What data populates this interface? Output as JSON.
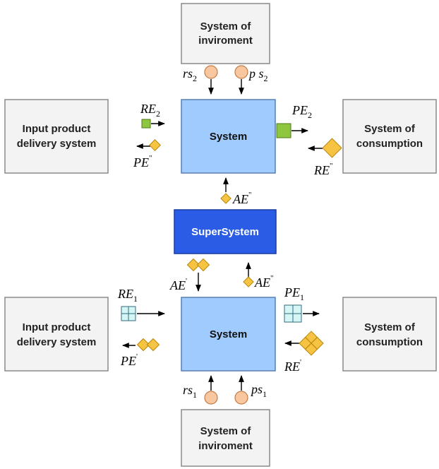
{
  "colors": {
    "system_fill": "#9fcbff",
    "system_stroke": "#5a7fb0",
    "supersystem_fill": "#2b5ce6",
    "supersystem_stroke": "#1a3c9e",
    "external_fill": "#f3f3f3",
    "external_stroke": "#8a8a8a",
    "green_square": "#8ec63f",
    "diamond": "#f6c343",
    "circle": "#f9c79f",
    "grid_square": "#d5f5f7"
  },
  "icons": {
    "resource": "circle-icon",
    "product_top": "green-square-icon",
    "product_bottom": "grid-square-icon",
    "energy": "diamond-icon"
  },
  "top": {
    "environment_label": [
      "System of",
      "inviroment"
    ],
    "input_label": [
      "Input product",
      "delivery system"
    ],
    "consumption_label": [
      "System of",
      "consumption"
    ],
    "system_label": "System",
    "rs": {
      "base": "rs",
      "sub": "2"
    },
    "ps": {
      "base": "p s",
      "sub": "2"
    },
    "RE": {
      "base": "RE",
      "sub": "2"
    },
    "PE_in": {
      "base": "PE",
      "sup": "\""
    },
    "PE_out": {
      "base": "PE",
      "sub": "2"
    },
    "RE_out": {
      "base": "RE",
      "sup": "\""
    },
    "AE": {
      "base": "AE",
      "sup": "\""
    }
  },
  "supersystem_label": "SuperSystem",
  "bottom": {
    "environment_label": [
      "System of",
      "inviroment"
    ],
    "input_label": [
      "Input product",
      "delivery system"
    ],
    "consumption_label": [
      "System of",
      "consumption"
    ],
    "system_label": "System",
    "rs": {
      "base": "rs",
      "sub": "1"
    },
    "ps": {
      "base": "ps",
      "sub": "1"
    },
    "RE": {
      "base": "RE",
      "sub": "1"
    },
    "PE_in": {
      "base": "PE",
      "sup": "'"
    },
    "PE_out": {
      "base": "PE",
      "sub": "1"
    },
    "RE_out": {
      "base": "RE",
      "sup": "'"
    },
    "AE_down": {
      "base": "AE",
      "sup": "'"
    },
    "AE_up": {
      "base": "AE",
      "sup": "\""
    }
  }
}
